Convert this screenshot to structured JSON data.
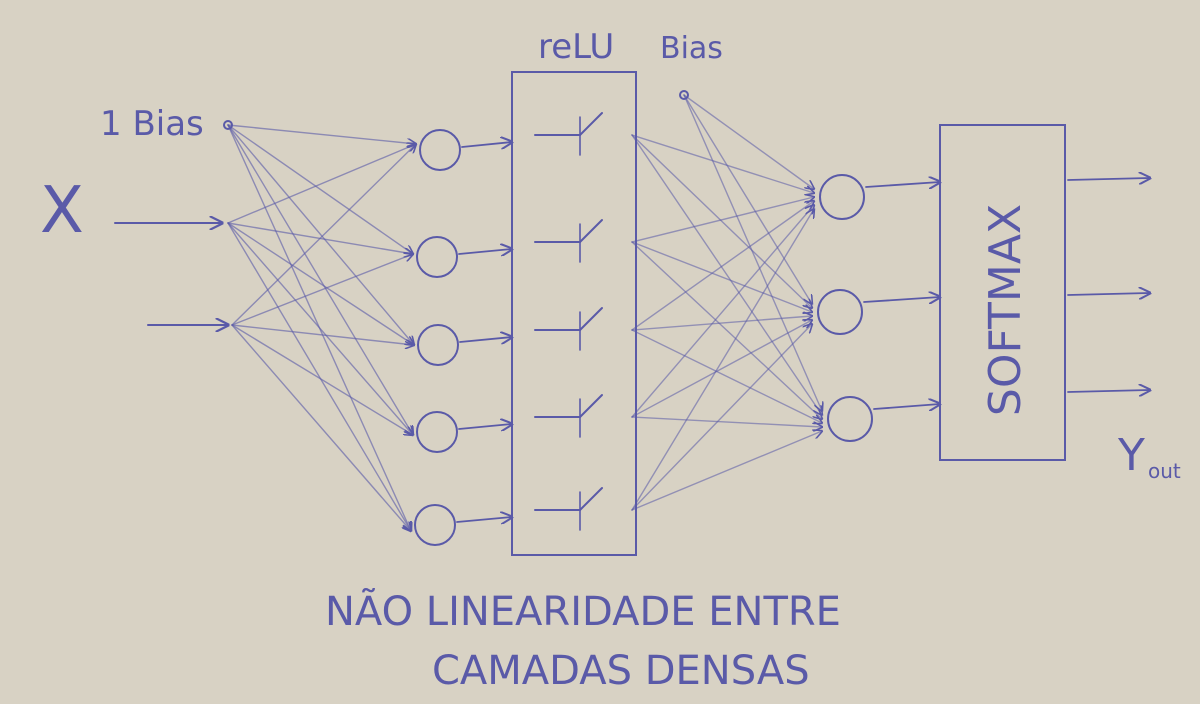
{
  "diagram": {
    "input_label": "X",
    "bias_input_label": "1 Bias",
    "relu_label": "reLU",
    "hidden_bias_label": "Bias",
    "softmax_label": "SOFTMAX",
    "output_label": "Y",
    "output_subscript": "out",
    "caption_line1": "NÃO LINEARIDADE ENTRE",
    "caption_line2": "CAMADAS DENSAS",
    "colors": {
      "paper": "#d8d2c4",
      "ink": "#5a5aa8"
    },
    "structure": {
      "inputs": 2,
      "hidden_neurons": 5,
      "output_neurons": 3,
      "softmax_outputs": 3
    }
  }
}
